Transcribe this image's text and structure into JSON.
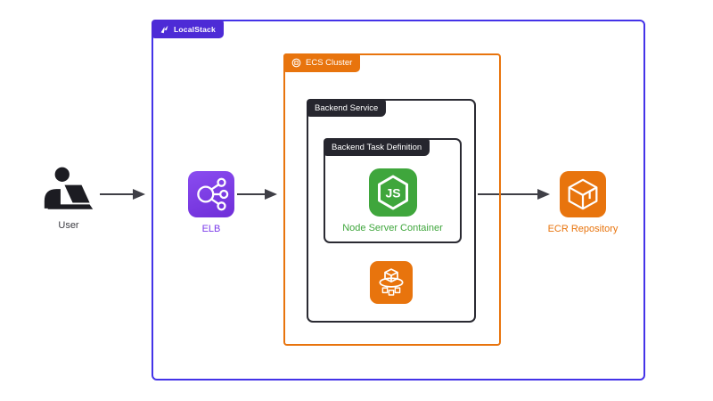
{
  "localstack": {
    "label": "LocalStack",
    "border_color": "#4433E8",
    "tab_color": "#4D2BD6"
  },
  "ecs_cluster": {
    "label": "ECS Cluster",
    "color": "#E8740D"
  },
  "backend_service": {
    "label": "Backend Service",
    "color": "#26262E"
  },
  "task_definition": {
    "label": "Backend Task Definition",
    "color": "#26262E"
  },
  "nodes": {
    "user": {
      "label": "User",
      "icon": "user-at-laptop-icon",
      "color": "#1C1C22"
    },
    "elb": {
      "label": "ELB",
      "icon": "elastic-load-balancer-icon",
      "color": "#7B3BEA"
    },
    "node_container": {
      "label": "Node Server Container",
      "icon": "nodejs-icon",
      "color": "#3FA63C"
    },
    "ecs_service": {
      "icon": "ecs-service-icon",
      "color": "#E8740D"
    },
    "ecr": {
      "label": "ECR Repository",
      "icon": "ecr-repository-icon",
      "color": "#E8740D"
    }
  },
  "arrows": [
    {
      "from": "user",
      "to": "localstack"
    },
    {
      "from": "elb",
      "to": "ecs_cluster"
    },
    {
      "from": "backend_service",
      "to": "ecr"
    }
  ],
  "arrow_color": "#3F3F46"
}
